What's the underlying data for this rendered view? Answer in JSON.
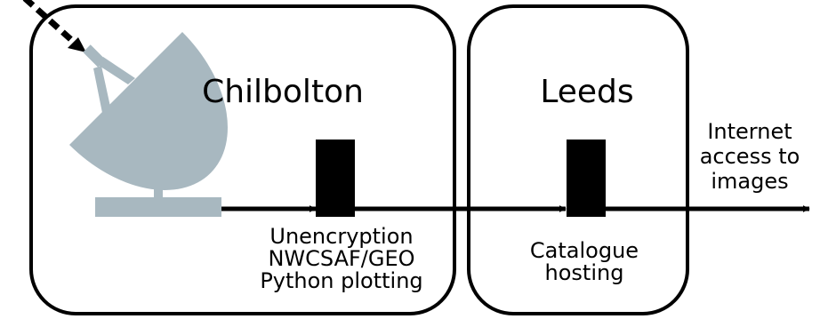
{
  "sites": {
    "chilbolton": {
      "name": "Chilbolton",
      "processing": [
        "Unencryption",
        "NWCSAF/GEO",
        "Python plotting"
      ]
    },
    "leeds": {
      "name": "Leeds",
      "processing": [
        "Catalogue",
        "hosting"
      ]
    }
  },
  "output": {
    "lines": [
      "Internet",
      "access to",
      "images"
    ]
  },
  "colors": {
    "dish": "#a8b8c0",
    "box_stroke": "#000000",
    "server": "#000000",
    "arrow": "#000000"
  }
}
